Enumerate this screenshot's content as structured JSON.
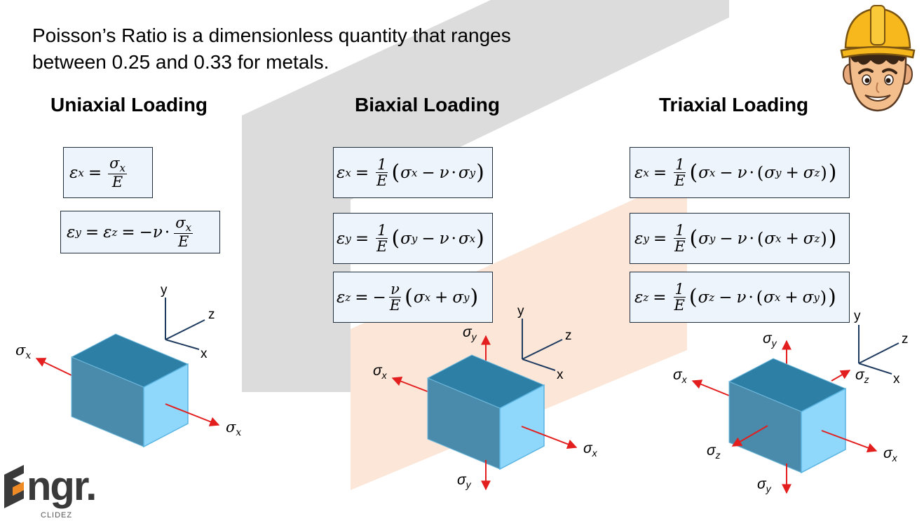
{
  "intro_text": "Poisson’s Ratio is a dimensionless quantity that ranges between 0.25 and 0.33 for metals.",
  "sections": {
    "uniaxial": {
      "title": "Uniaxial Loading"
    },
    "biaxial": {
      "title": "Biaxial Loading"
    },
    "triaxial": {
      "title": "Triaxial Loading"
    }
  },
  "axes": {
    "x": "x",
    "y": "y",
    "z": "z"
  },
  "stress_symbol": "σ",
  "logo": {
    "brand": "Engr.",
    "sub": "CLIDEZ"
  },
  "colors": {
    "cube_top": "#2e7fa6",
    "cube_front": "#4a8bab",
    "cube_side": "#8fd8fb",
    "arrow": "#e31e1e",
    "equation_bg": "#eef4fb",
    "logo_orange": "#f08a24"
  }
}
